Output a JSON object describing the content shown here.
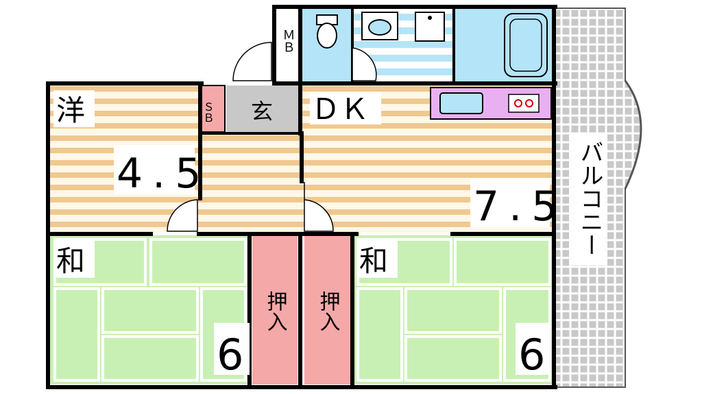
{
  "rooms": {
    "western": {
      "label": "洋",
      "size": "4.5"
    },
    "dk": {
      "label": "ＤＫ",
      "size": "7.5"
    },
    "washitsu_left": {
      "label": "和",
      "size": "6"
    },
    "washitsu_right": {
      "label": "和",
      "size": "6"
    },
    "entrance": {
      "label": "玄"
    },
    "shoe_box": {
      "label": "ＳＢ"
    },
    "meter_box": {
      "label": "ＭＢ"
    },
    "closet_left": {
      "label": "押入"
    },
    "closet_right": {
      "label": "押入"
    },
    "balcony": {
      "label": "バルコニー"
    }
  },
  "colors": {
    "wood_stripe": "#f0c890",
    "wood_light": "#fff8e8",
    "tatami": "#c8f0b4",
    "closet": "#f5a8a8",
    "water": "#b4e4f8",
    "kitchen": "#e8b0f0",
    "entrance": "#c8c8c8",
    "balcony_tile": "#e0e0e0",
    "wall": "#000000"
  }
}
